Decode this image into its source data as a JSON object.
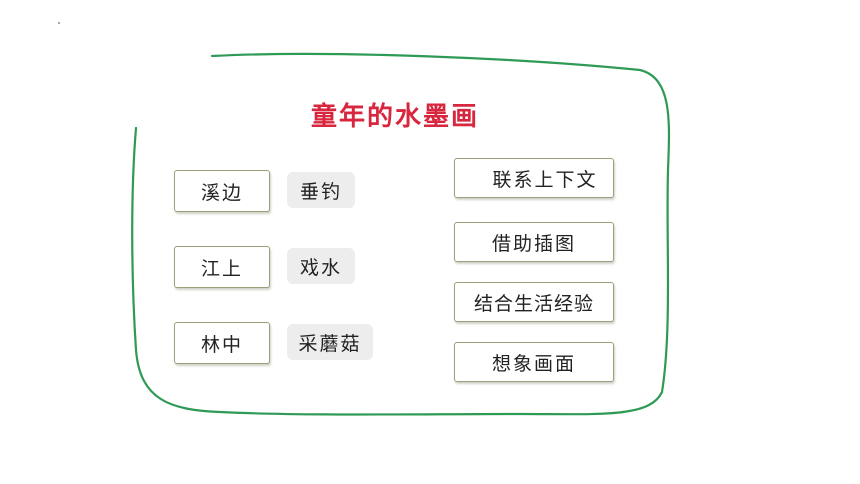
{
  "slide": {
    "title": "童年的水墨画",
    "places": [
      "溪边",
      "江上",
      "林中"
    ],
    "activities": [
      "垂钓",
      "戏水",
      "采蘑菇"
    ],
    "methods": [
      "联系上下文",
      "借助插图",
      "结合生活经验",
      "想象画面"
    ]
  },
  "colors": {
    "title": "#d7263d",
    "frame": "#2e9a56",
    "box_border": "#9aa07a",
    "pill_bg": "#ededed"
  }
}
